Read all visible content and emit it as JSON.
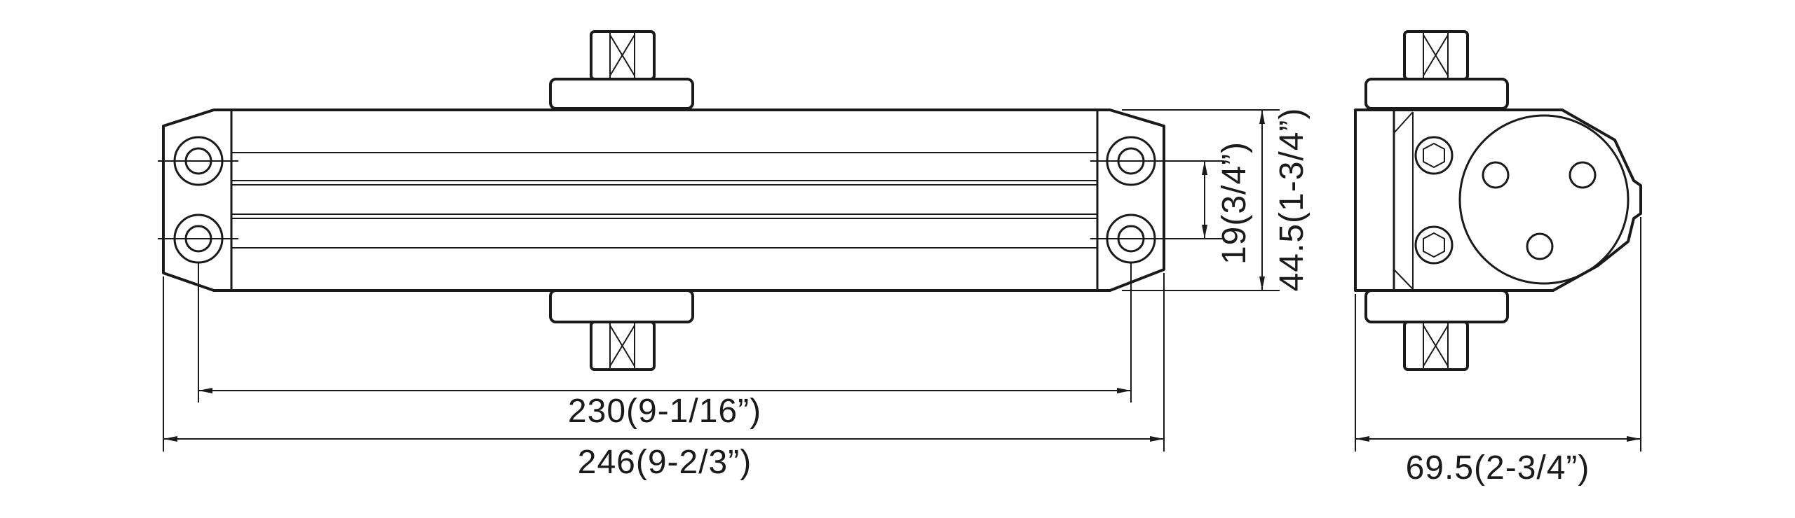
{
  "dimensions": {
    "overall_length": "246(9-2/3”)",
    "hole_spacing": "230(9-1/16”)",
    "hole_pitch_vertical": "19(3/4”)",
    "body_height": "44.5(1-3/4”)",
    "side_width": "69.5(2-3/4”)"
  },
  "colors": {
    "line": "#1a1a1a",
    "background": "#ffffff"
  }
}
